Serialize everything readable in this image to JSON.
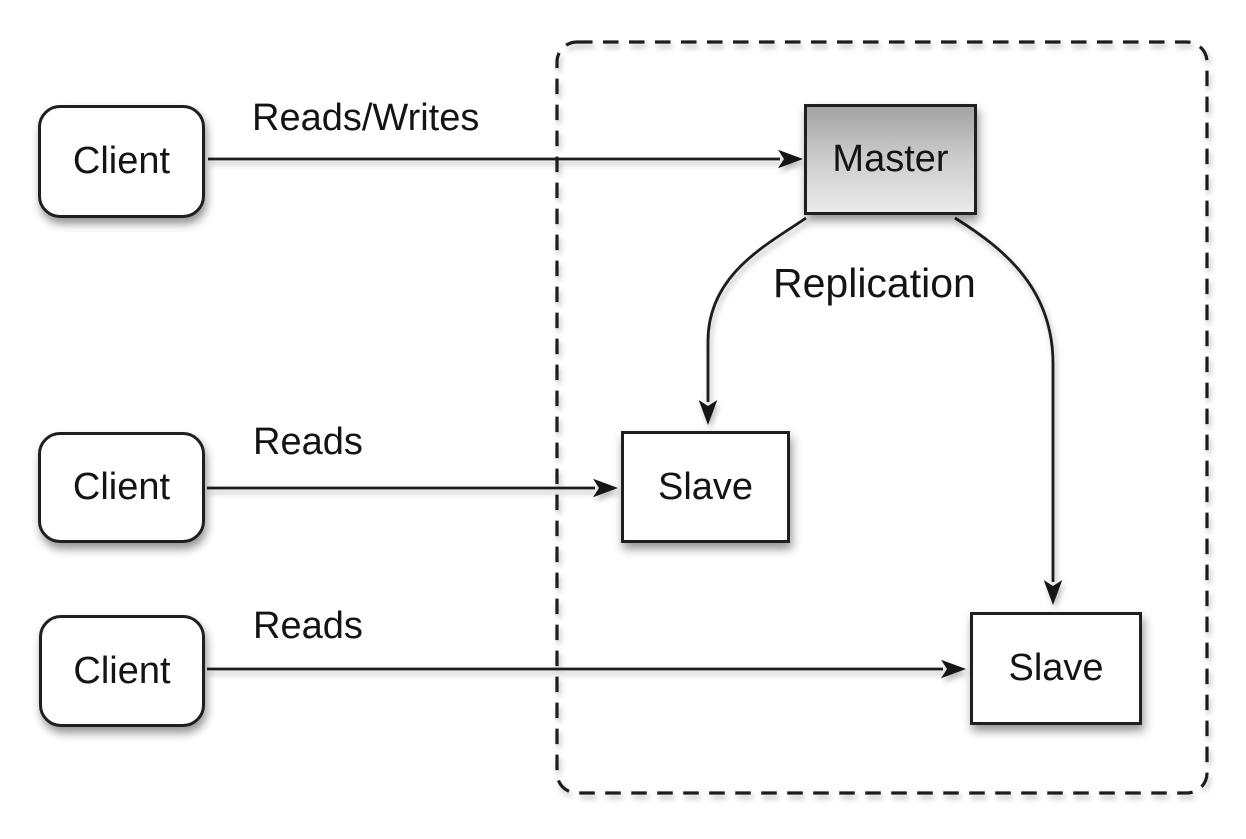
{
  "nodes": {
    "clients": [
      {
        "label": "Client"
      },
      {
        "label": "Client"
      },
      {
        "label": "Client"
      }
    ],
    "master": {
      "label": "Master"
    },
    "slaves": [
      {
        "label": "Slave"
      },
      {
        "label": "Slave"
      }
    ]
  },
  "edges": {
    "reads_writes": {
      "label": "Reads/Writes"
    },
    "reads_1": {
      "label": "Reads"
    },
    "reads_2": {
      "label": "Reads"
    },
    "replication": {
      "label": "Replication"
    }
  },
  "colors": {
    "background": "#ffffff",
    "line": "#1c1c1c",
    "node_border": "#1f1f1f",
    "node_fill": "#ffffff",
    "master_gradient_top": "#a3a3a3",
    "master_gradient_bottom": "#ebebeb",
    "text": "#141414"
  }
}
